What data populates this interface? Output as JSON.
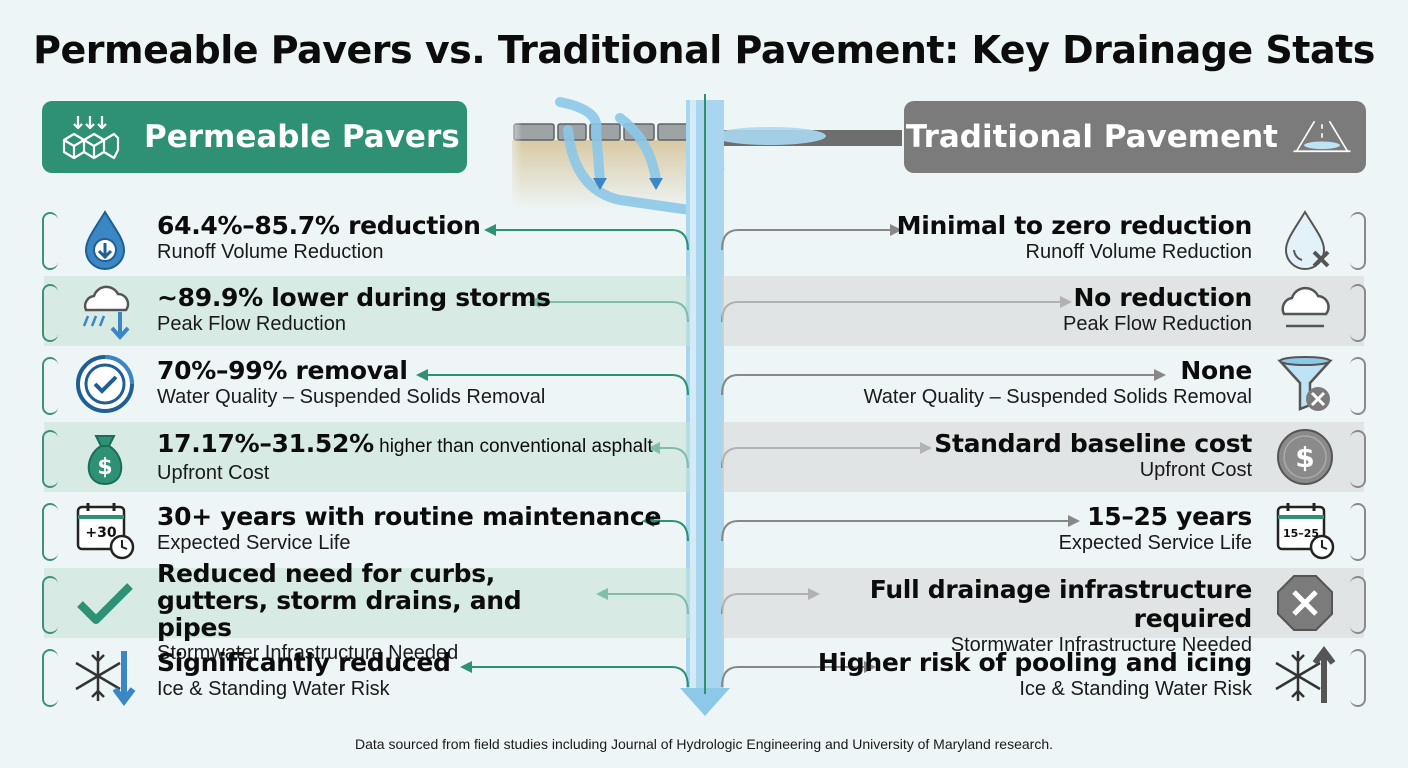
{
  "title": "Permeable Pavers vs. Traditional Pavement: Key Drainage Stats",
  "left_header": {
    "label": "Permeable Pavers",
    "icon": "permeable-pavers-icon",
    "color": "#2e9176"
  },
  "right_header": {
    "label": "Traditional Pavement",
    "icon": "pavement-puddle-icon",
    "color": "#7b7b7b"
  },
  "rows": [
    {
      "left": {
        "value": "64.4%–85.7% reduction",
        "suffix": "",
        "label": "Runoff Volume Reduction",
        "icon": "water-drop-down-icon"
      },
      "right": {
        "value": "Minimal to zero reduction",
        "label": "Runoff Volume Reduction",
        "icon": "water-drop-x-icon"
      }
    },
    {
      "left": {
        "value": "~89.9% lower during storms",
        "suffix": "",
        "label": "Peak Flow Reduction",
        "icon": "storm-cloud-down-icon"
      },
      "right": {
        "value": "No reduction",
        "label": "Peak Flow Reduction",
        "icon": "cloud-icon"
      }
    },
    {
      "left": {
        "value": "70%–99% removal",
        "suffix": "",
        "label": "Water Quality – Suspended Solids Removal",
        "icon": "check-circle-icon"
      },
      "right": {
        "value": "None",
        "label": "Water Quality – Suspended Solids Removal",
        "icon": "funnel-x-icon"
      }
    },
    {
      "left": {
        "value": "17.17%–31.52%",
        "suffix": " higher than conventional asphalt",
        "label": "Upfront Cost",
        "icon": "money-bag-icon"
      },
      "right": {
        "value": "Standard baseline cost",
        "label": "Upfront Cost",
        "icon": "dollar-coin-icon"
      }
    },
    {
      "left": {
        "value": "30+ years with routine maintenance",
        "suffix": "",
        "label": "Expected Service Life",
        "icon": "calendar-clock-icon",
        "icon_text": "+30"
      },
      "right": {
        "value": "15–25 years",
        "label": "Expected Service Life",
        "icon": "calendar-clock-icon",
        "icon_text": "15–25"
      }
    },
    {
      "left": {
        "value": "Reduced need for curbs, gutters, storm drains, and pipes",
        "suffix": "",
        "label": "Stormwater Infrastructure Needed",
        "icon": "checkmark-icon"
      },
      "right": {
        "value": "Full drainage infrastructure required",
        "label": "Stormwater Infrastructure Needed",
        "icon": "octagon-x-icon"
      }
    },
    {
      "left": {
        "value": "Significantly reduced",
        "suffix": "",
        "label": "Ice & Standing Water Risk",
        "icon": "snowflake-down-icon"
      },
      "right": {
        "value": "Higher risk of pooling and icing",
        "label": "Ice & Standing Water Risk",
        "icon": "snowflake-up-icon"
      }
    }
  ],
  "footer": "Data sourced from field studies including Journal of Hydrologic Engineering and University of Maryland research.",
  "colors": {
    "green": "#2e9176",
    "grey": "#7b7b7b",
    "water": "#8cc8e8",
    "drop_blue": "#3b86c4"
  }
}
